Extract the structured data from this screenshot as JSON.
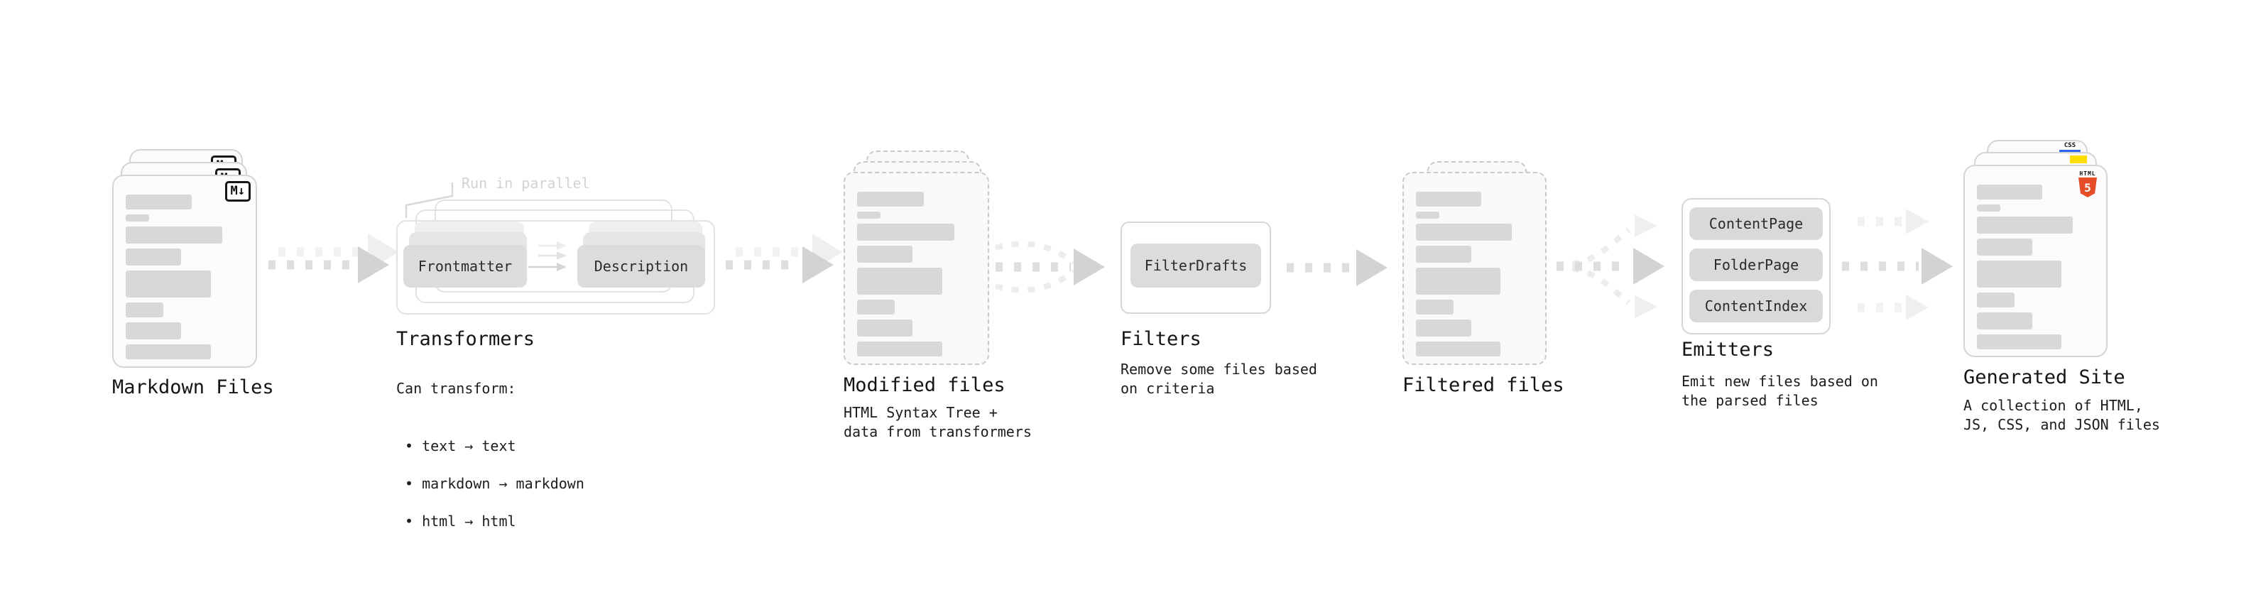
{
  "stages": {
    "markdown": {
      "label": "Markdown Files",
      "badge": "M↓"
    },
    "transformers": {
      "label": "Transformers",
      "note": "Run in parallel",
      "pill_left": "Frontmatter",
      "pill_right": "Description",
      "desc_title": "Can transform:",
      "bullets": [
        "• text → text",
        "• markdown → markdown",
        "• html → html"
      ]
    },
    "modified": {
      "label": "Modified files",
      "desc": "HTML Syntax Tree +\ndata from transformers"
    },
    "filters": {
      "label": "Filters",
      "pill": "FilterDrafts",
      "desc": "Remove some files based\non criteria"
    },
    "filtered": {
      "label": "Filtered files"
    },
    "emitters": {
      "label": "Emitters",
      "pills": [
        "ContentPage",
        "FolderPage",
        "ContentIndex"
      ],
      "desc": "Emit new files based on\nthe parsed files"
    },
    "generated": {
      "label": "Generated Site",
      "desc": "A collection of HTML,\nJS, CSS, and JSON files",
      "badge_css": "CSS",
      "badge_html_word": "HTML",
      "badge_html_number": "5"
    }
  },
  "colors": {
    "html5_orange": "#e44d26",
    "js_yellow": "#ffdd00",
    "css_blue": "#2965f1",
    "badge_black": "#161616",
    "arrow_gray": "#dedede",
    "pill_gray": "#dcdcdc"
  }
}
